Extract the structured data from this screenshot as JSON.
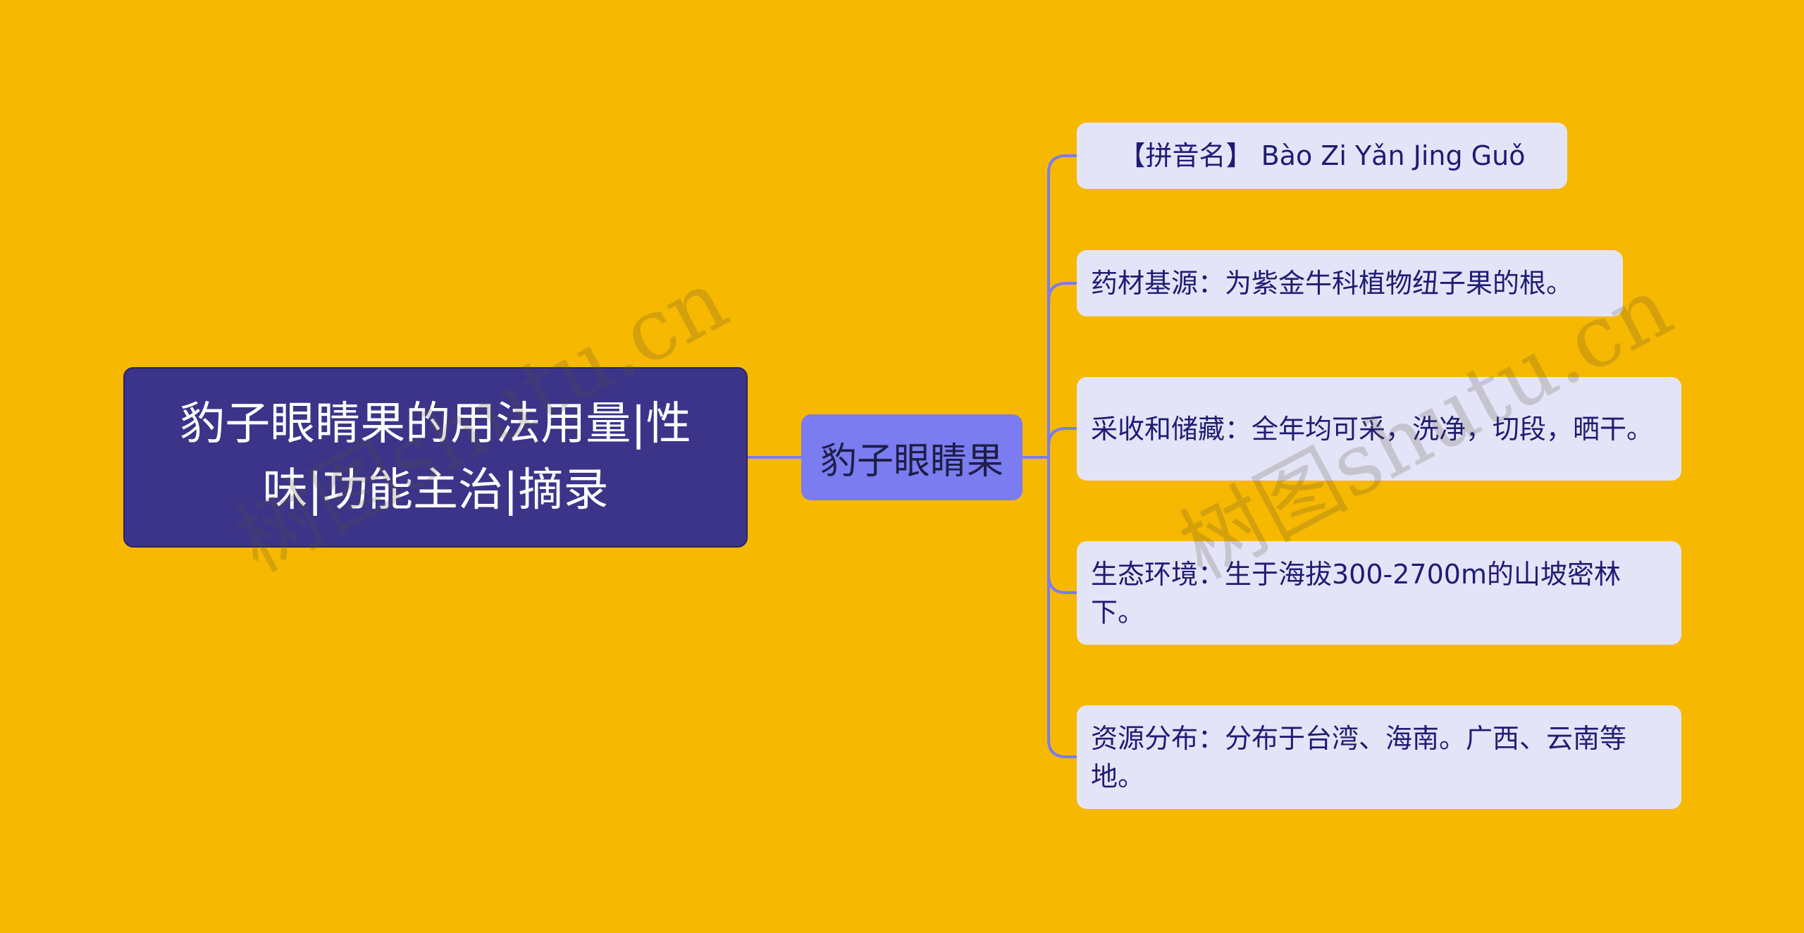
{
  "root": {
    "label": "豹子眼睛果的用法用量|性味|功能主治|摘录"
  },
  "topic": {
    "label": "豹子眼睛果"
  },
  "branches": [
    {
      "text": "【拼音名】 Bào Zi Yǎn Jing Guǒ"
    },
    {
      "text": "药材基源：为紫金牛科植物纽子果的根。"
    },
    {
      "text": "采收和储藏：全年均可采，洗净，切段，晒干。"
    },
    {
      "text": "生态环境：生于海拔300-2700m的山坡密林下。"
    },
    {
      "text": "资源分布：分布于台湾、海南。广西、云南等地。"
    }
  ],
  "watermark": {
    "text": "树图shutu.cn"
  },
  "colors": {
    "background": "#F6B800",
    "root_fill": "#3C3489",
    "topic_fill": "#7A7CF0",
    "leaf_fill": "#E4E4F8",
    "connector": "#7A7CF0"
  }
}
